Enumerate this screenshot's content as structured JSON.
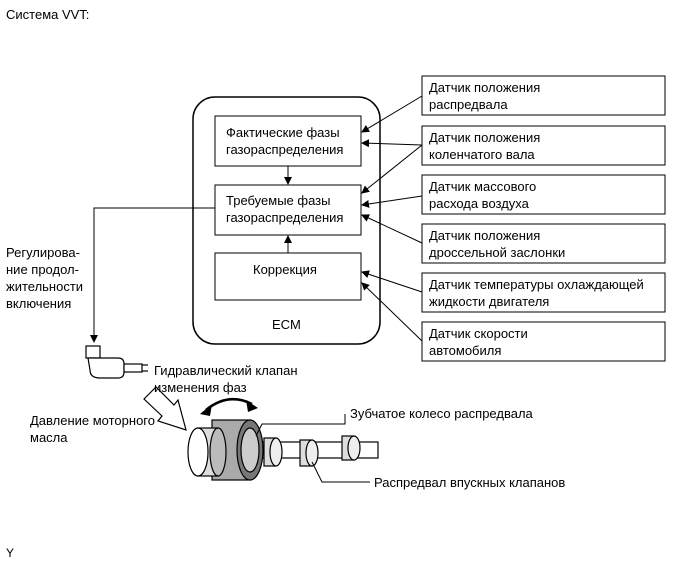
{
  "title": "Система VVT:",
  "ecm": {
    "label": "ECM",
    "blocks": {
      "actual": "Фактические фазы\nгазораспределения",
      "target": "Требуемые фазы\nгазораспределения",
      "correction": "Коррекция"
    }
  },
  "sensors": [
    "Датчик положения\nраспредвала",
    "Датчик положения\nколенчатого вала",
    "Датчик массового\nрасхода воздуха",
    "Датчик положения\nдроссельной заслонки",
    "Датчик температуры охлаждающей\nжидкости двигателя",
    "Датчик скорости\nавтомобиля"
  ],
  "labels": {
    "duty": "Регулирова-\nние продол-\nжительности\nвключения",
    "valve": "Гидравлический клапан\nизменения фаз",
    "oil": "Давление моторного\nмасла",
    "gear": "Зубчатое колесо распредвала",
    "camshaft": "Распредвал впускных клапанов"
  },
  "footer": "Y"
}
